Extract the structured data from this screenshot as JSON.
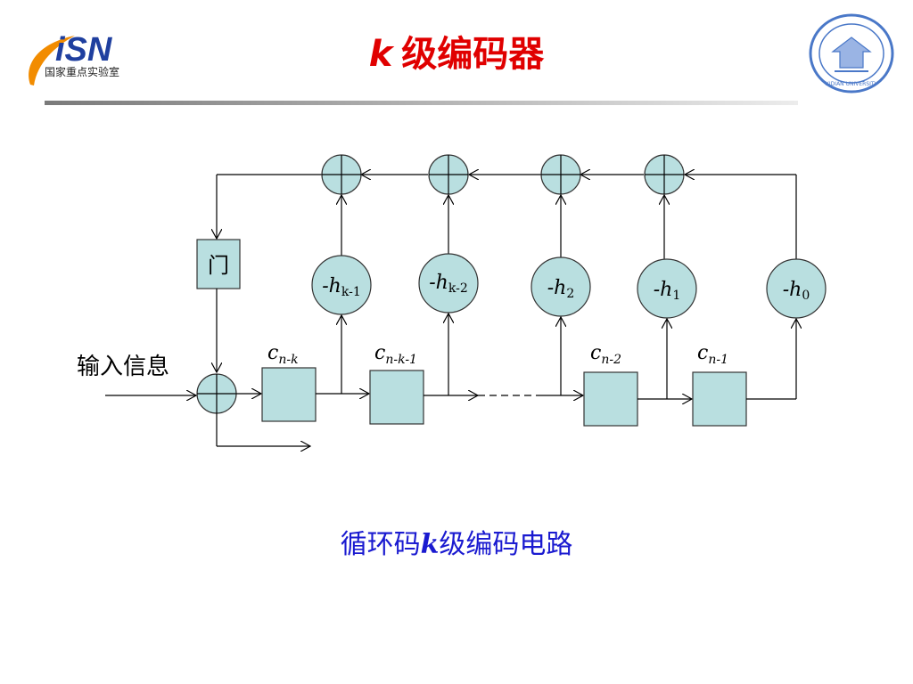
{
  "header": {
    "logo_text": "iSN",
    "logo_subtitle": "国家重点实验室",
    "title_var": "k",
    "title_text": "级编码器",
    "seal_text": "XIDIAN UNIVERSITY"
  },
  "diagram": {
    "gate_label": "门",
    "input_label": "输入信息",
    "multipliers": [
      {
        "name": "-h",
        "sub": "k-1"
      },
      {
        "name": "-h",
        "sub": "k-2"
      },
      {
        "name": "-h",
        "sub": "2"
      },
      {
        "name": "-h",
        "sub": "1"
      },
      {
        "name": "-h",
        "sub": "0"
      }
    ],
    "registers": [
      {
        "name": "c",
        "sub": "n-k"
      },
      {
        "name": "c",
        "sub": "n-k-1"
      },
      {
        "name": "c",
        "sub": "n-2"
      },
      {
        "name": "c",
        "sub": "n-1"
      }
    ]
  },
  "caption": {
    "pre": "循环码",
    "var": "k",
    "post": "级编码电路"
  },
  "colors": {
    "title": "#e00000",
    "caption": "#1a1ad0",
    "cell_fill": "#b9dfe0",
    "logo_blue": "#1f3f9f",
    "logo_orange": "#f28c00"
  }
}
